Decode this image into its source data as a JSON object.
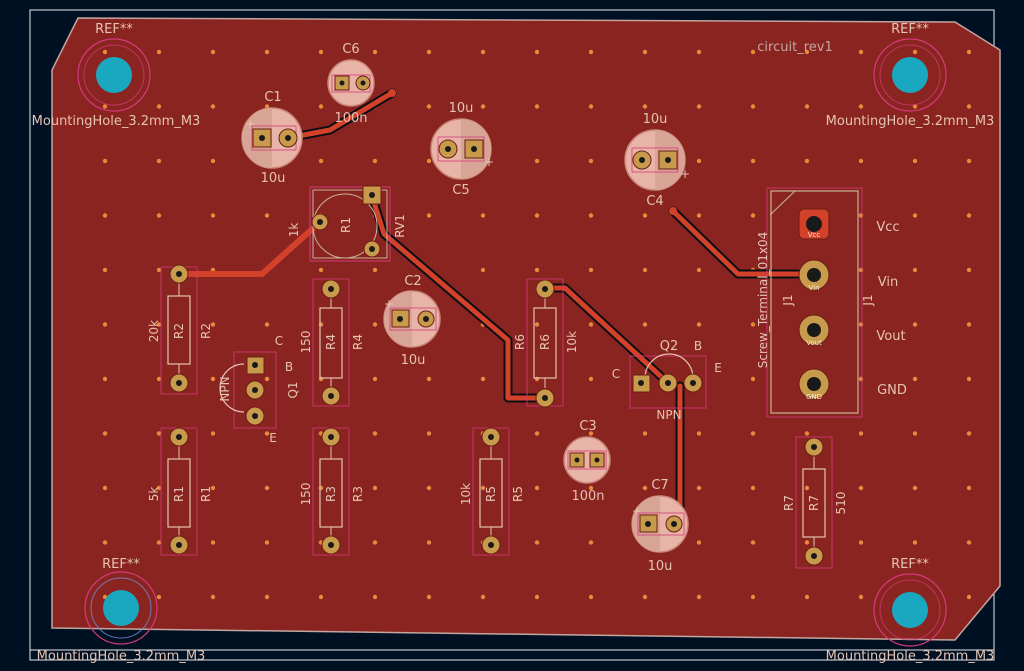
{
  "colors": {
    "background": "#001023",
    "board": "#8a2420",
    "board_edge": "#c4a6a0",
    "copper": "#d4412a",
    "track_dark": "#0b0f14",
    "pad": "#c79a4c",
    "hole": "#1aa8c0",
    "silk": "#e6c3b3",
    "courtyard": "#d43a7a",
    "outline_box": "#c9b49a"
  },
  "board": {
    "title_text": "circuit_rev1"
  },
  "mounting_holes": [
    {
      "ref": "REF**",
      "value": "MountingHole_3.2mm_M3"
    },
    {
      "ref": "REF**",
      "value": "MountingHole_3.2mm_M3"
    },
    {
      "ref": "REF**",
      "value": "MountingHole_3.2mm_M3"
    },
    {
      "ref": "REF**",
      "value": "MountingHole_3.2mm_M3"
    }
  ],
  "capacitors": [
    {
      "ref": "C1",
      "value": "10u"
    },
    {
      "ref": "C2",
      "value": "10u"
    },
    {
      "ref": "C3",
      "value": "100n"
    },
    {
      "ref": "C4",
      "value": "10u"
    },
    {
      "ref": "C5",
      "value": "10u"
    },
    {
      "ref": "C6",
      "value": "100n"
    },
    {
      "ref": "C7",
      "value": "10u"
    }
  ],
  "resistors": [
    {
      "ref": "R1",
      "value": "5k"
    },
    {
      "ref": "R2",
      "value": "20k"
    },
    {
      "ref": "R3",
      "value": "150"
    },
    {
      "ref": "R4",
      "value": "150"
    },
    {
      "ref": "R5",
      "value": "10k"
    },
    {
      "ref": "R6",
      "value": "10k"
    },
    {
      "ref": "R7",
      "value": "510"
    }
  ],
  "potentiometer": {
    "ref": "RV1",
    "value": "1k",
    "body_label": "R1"
  },
  "transistors": [
    {
      "ref": "Q1",
      "value": "NPN",
      "pins": [
        "C",
        "B",
        "E"
      ]
    },
    {
      "ref": "Q2",
      "value": "NPN",
      "pins": [
        "C",
        "B",
        "E"
      ]
    }
  ],
  "connector": {
    "ref": "J1",
    "value": "Screw_Terminal_01x04",
    "pads": [
      "Vcc",
      "Vin",
      "Vout",
      "GND"
    ],
    "labels": [
      "Vcc",
      "Vin",
      "Vout",
      "GND"
    ]
  }
}
